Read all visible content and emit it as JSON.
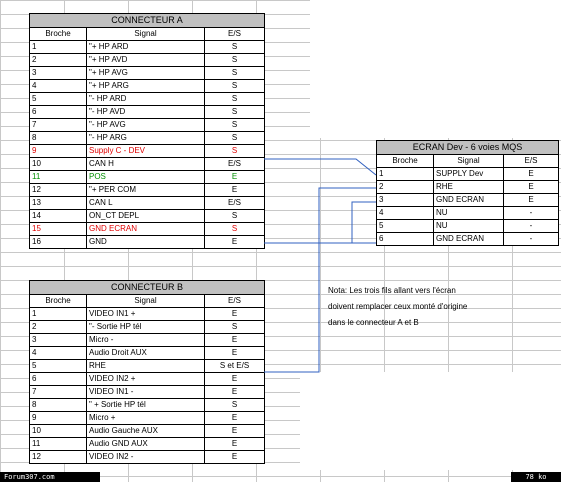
{
  "connecteur_a": {
    "title": "CONNECTEUR   A",
    "headers": [
      "Broche",
      "Signal",
      "E/S"
    ],
    "rows": [
      {
        "broche": "1",
        "signal": "\"+ HP  ARD",
        "es": "S",
        "color": ""
      },
      {
        "broche": "2",
        "signal": "\"+ HP  AVD",
        "es": "S",
        "color": ""
      },
      {
        "broche": "3",
        "signal": "\"+ HP  AVG",
        "es": "S",
        "color": ""
      },
      {
        "broche": "4",
        "signal": "\"+ HP  ARG",
        "es": "S",
        "color": ""
      },
      {
        "broche": "5",
        "signal": "\"- HP  ARD",
        "es": "S",
        "color": ""
      },
      {
        "broche": "6",
        "signal": "\"- HP  AVD",
        "es": "S",
        "color": ""
      },
      {
        "broche": "7",
        "signal": "\"- HP  AVG",
        "es": "S",
        "color": ""
      },
      {
        "broche": "8",
        "signal": "\"- HP  ARG",
        "es": "S",
        "color": ""
      },
      {
        "broche": "9",
        "signal": "Supply C - DEV",
        "es": "S",
        "color": "red"
      },
      {
        "broche": "10",
        "signal": "CAN H",
        "es": "E/S",
        "color": ""
      },
      {
        "broche": "11",
        "signal": "POS",
        "es": "E",
        "color": "green"
      },
      {
        "broche": "12",
        "signal": "\"+ PER COM",
        "es": "E",
        "color": ""
      },
      {
        "broche": "13",
        "signal": "CAN L",
        "es": "E/S",
        "color": ""
      },
      {
        "broche": "14",
        "signal": "ON_CT DEPL",
        "es": "S",
        "color": ""
      },
      {
        "broche": "15",
        "signal": "GND ECRAN",
        "es": "S",
        "color": "red"
      },
      {
        "broche": "16",
        "signal": "GND",
        "es": "E",
        "color": ""
      }
    ]
  },
  "connecteur_b": {
    "title": "CONNECTEUR B",
    "headers": [
      "Broche",
      "Signal",
      "E/S"
    ],
    "rows": [
      {
        "broche": "1",
        "signal": "VIDEO IN1 +",
        "es": "E"
      },
      {
        "broche": "2",
        "signal": "\"- Sortie HP tél",
        "es": "S"
      },
      {
        "broche": "3",
        "signal": "Micro -",
        "es": "E"
      },
      {
        "broche": "4",
        "signal": "Audio Droit AUX",
        "es": "E"
      },
      {
        "broche": "5",
        "signal": "RHE",
        "es": "S et E/S"
      },
      {
        "broche": "6",
        "signal": "VIDEO IN2 +",
        "es": "E"
      },
      {
        "broche": "7",
        "signal": "VIDEO IN1 -",
        "es": "E"
      },
      {
        "broche": "8",
        "signal": "\" + Sortie HP tél",
        "es": "S"
      },
      {
        "broche": "9",
        "signal": "Micro +",
        "es": "E"
      },
      {
        "broche": "10",
        "signal": "Audio Gauche AUX",
        "es": "E"
      },
      {
        "broche": "11",
        "signal": "Audio GND AUX",
        "es": "E"
      },
      {
        "broche": "12",
        "signal": "VIDEO IN2 -",
        "es": "E"
      }
    ]
  },
  "ecran": {
    "title": "ECRAN Dev - 6 voies MQS",
    "headers": [
      "Broche",
      "Signal",
      "E/S"
    ],
    "rows": [
      {
        "broche": "1",
        "signal": "SUPPLY Dev",
        "es": "E"
      },
      {
        "broche": "2",
        "signal": "RHE",
        "es": "E"
      },
      {
        "broche": "3",
        "signal": "GND ECRAN",
        "es": "E"
      },
      {
        "broche": "4",
        "signal": "NU",
        "es": "-"
      },
      {
        "broche": "5",
        "signal": "NU",
        "es": "-"
      },
      {
        "broche": "6",
        "signal": "GND ECRAN",
        "es": "-"
      }
    ]
  },
  "note": {
    "line1": "Nota: Les trois fils allant vers l'écran",
    "line2": "doivent remplacer ceux monté d'origine",
    "line3": "dans le connecteur  A et B"
  },
  "footer": {
    "site": "Forum307.com",
    "size": "78 ko"
  },
  "colors": {
    "red": "#e00000",
    "green": "#009000",
    "wire": "#3060c0",
    "header_bg": "#c0c0c0"
  }
}
